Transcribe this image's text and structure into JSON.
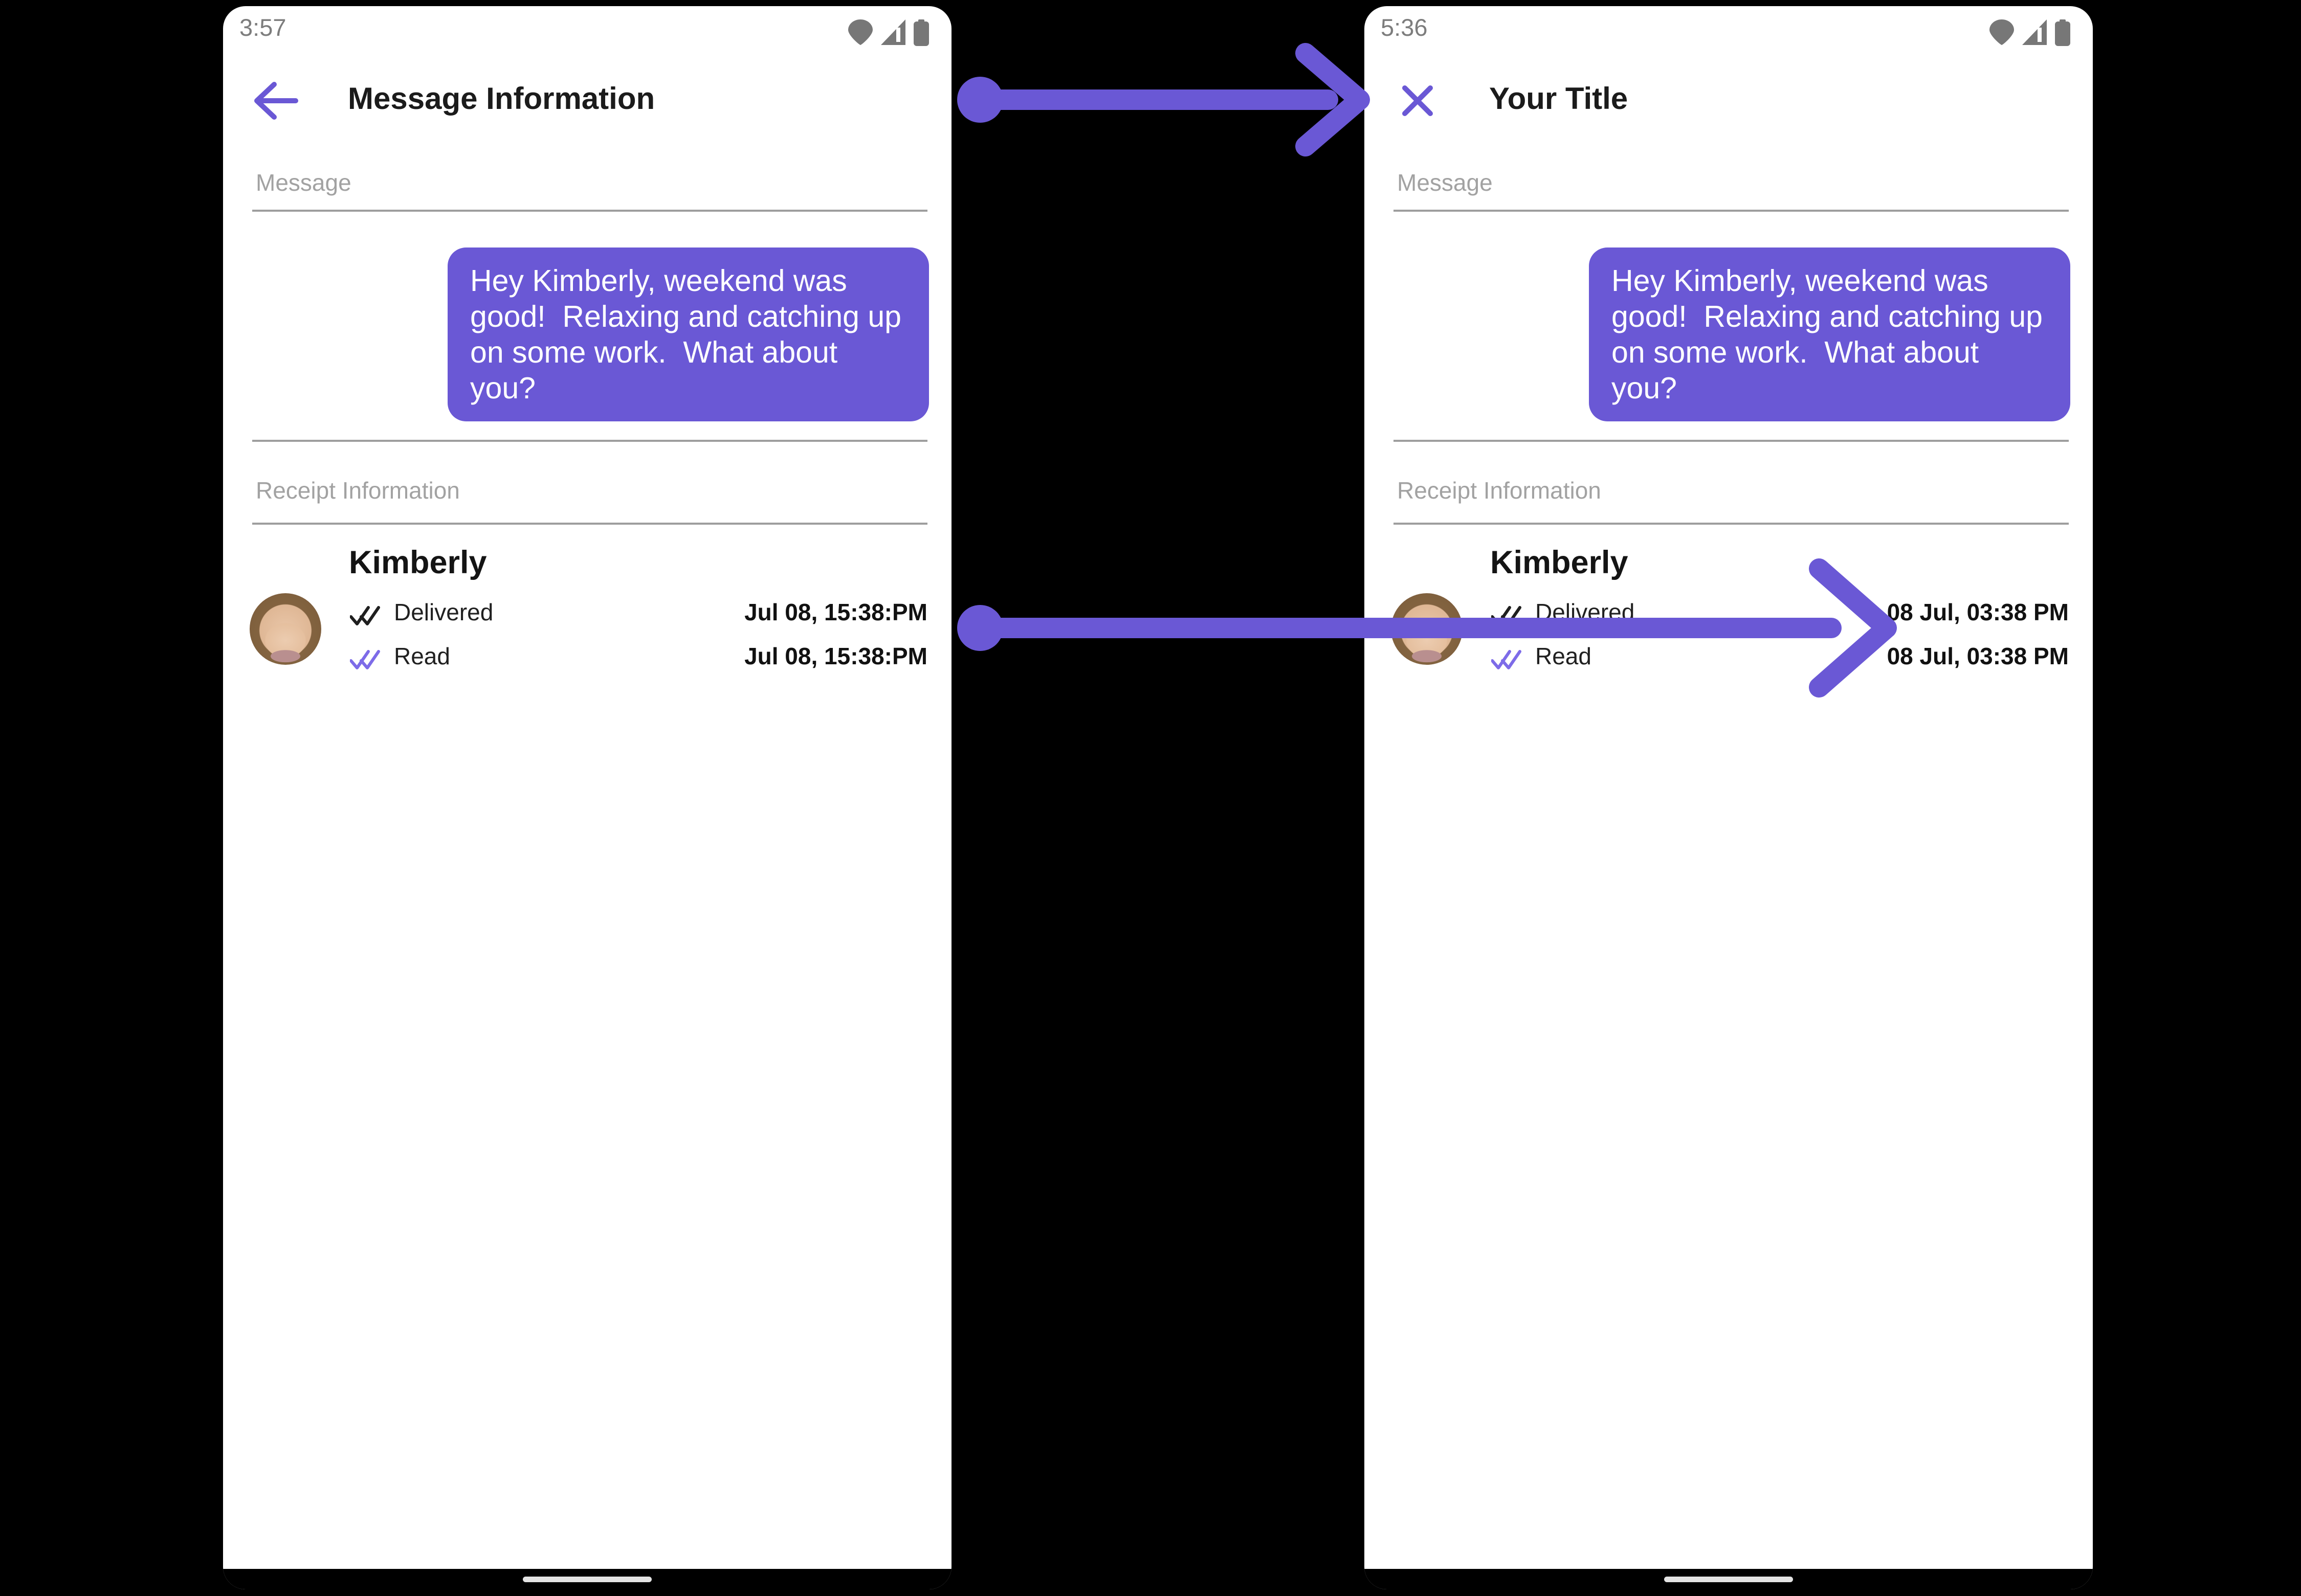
{
  "colors": {
    "accent": "#6A58D5",
    "read_check": "#7D6BE8",
    "status_gray": "#7D7D7D",
    "label_gray": "#A2A2A2",
    "divider": "#9E9E9E",
    "text": "#1B1B1B",
    "timestamp": "#111111",
    "bubble_text": "#FFFFFF",
    "bg": "#000000",
    "home": "#E3E3E3"
  },
  "left_phone": {
    "status_time": "3:57",
    "nav_icon": "back-arrow-icon",
    "title": "Message Information",
    "message_label": "Message",
    "message_text": "Hey Kimberly, weekend was good!  Relaxing and catching up on some work.  What about you?",
    "receipt_label": "Receipt Information",
    "contact_name": "Kimberly",
    "rows": [
      {
        "status": "Delivered",
        "time": "Jul 08, 15:38:PM",
        "check_icon": "double-check-icon",
        "check_color": "dark"
      },
      {
        "status": "Read",
        "time": "Jul 08, 15:38:PM",
        "check_icon": "double-check-icon",
        "check_color": "purple"
      }
    ],
    "status_icons": [
      "wifi-icon",
      "cellular-signal-icon",
      "battery-icon"
    ]
  },
  "right_phone": {
    "status_time": "5:36",
    "nav_icon": "close-icon",
    "title": "Your Title",
    "message_label": "Message",
    "message_text": "Hey Kimberly, weekend was good!  Relaxing and catching up on some work.  What about you?",
    "receipt_label": "Receipt Information",
    "contact_name": "Kimberly",
    "rows": [
      {
        "status": "Delivered",
        "time": "08 Jul, 03:38 PM",
        "check_icon": "double-check-icon",
        "check_color": "dark"
      },
      {
        "status": "Read",
        "time": "08 Jul, 03:38 PM",
        "check_icon": "double-check-icon",
        "check_color": "purple"
      }
    ],
    "status_icons": [
      "wifi-icon",
      "cellular-signal-icon",
      "battery-icon"
    ]
  },
  "annotations": {
    "arrow_top": "title-change-arrow",
    "arrow_bottom": "timestamp-format-arrow"
  }
}
